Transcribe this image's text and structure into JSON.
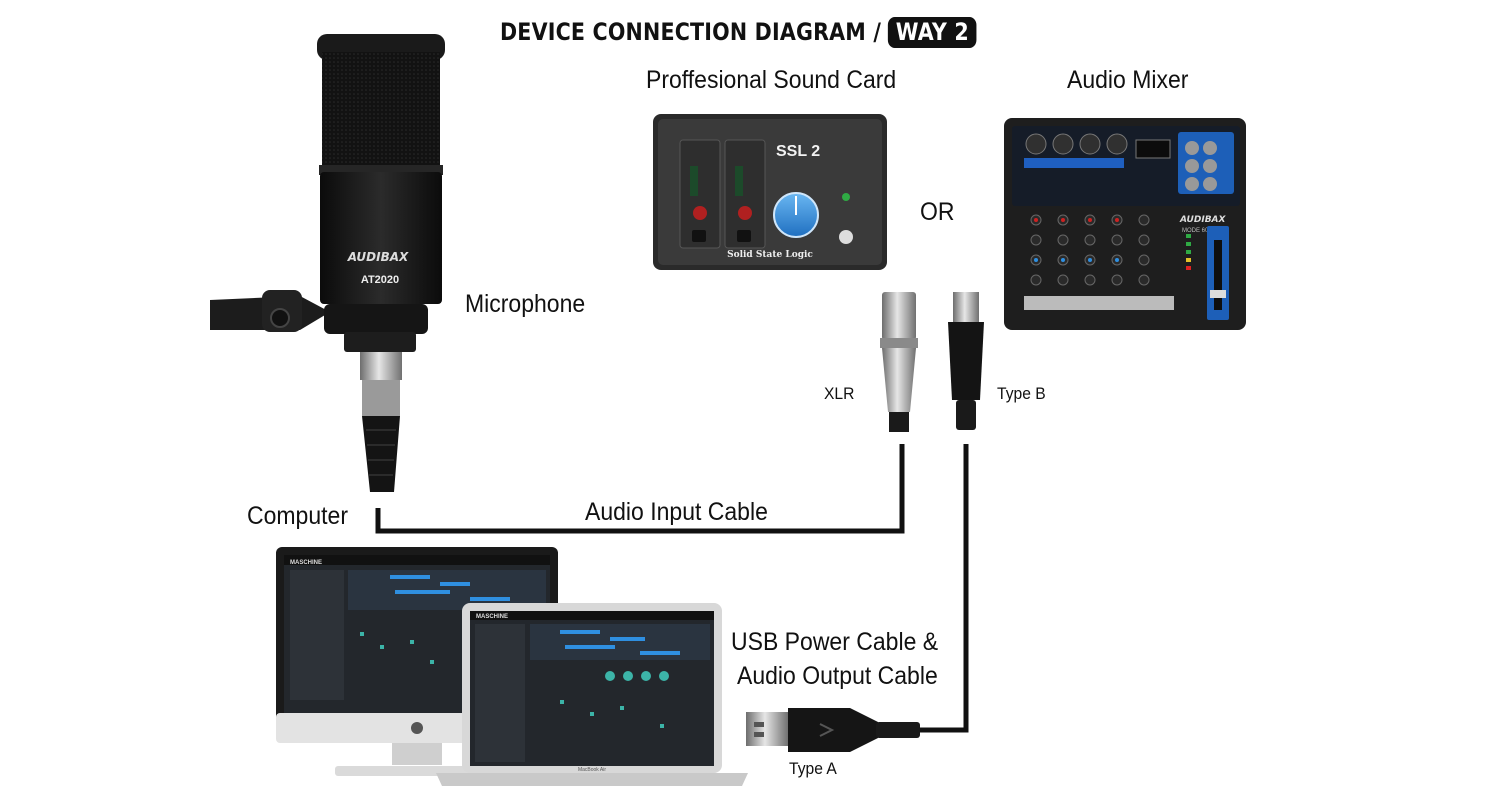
{
  "title": {
    "main": "DEVICE CONNECTION DIAGRAM /",
    "badge": "WAY 2"
  },
  "labels": {
    "sound_card": "Proffesional Sound Card",
    "mixer": "Audio Mixer",
    "or": "OR",
    "microphone": "Microphone",
    "xlr": "XLR",
    "type_b": "Type B",
    "computer": "Computer",
    "audio_input_cable": "Audio Input Cable",
    "usb_cable_line1": "USB Power Cable &",
    "usb_cable_line2": "Audio Output Cable",
    "type_a": "Type A"
  },
  "devices": {
    "mic_brand": "AUDIBAX",
    "mic_model": "AT2020",
    "card_brand": "SSL 2",
    "card_maker": "Solid State Logic",
    "mixer_brand": "AUDIBAX",
    "mixer_model": "MODE 600",
    "laptop_brand": "MacBook Air",
    "app_name": "MASCHINE"
  },
  "colors": {
    "accent_blue": "#2f8fe0",
    "cable": "#111111",
    "badge_bg": "#111111"
  }
}
